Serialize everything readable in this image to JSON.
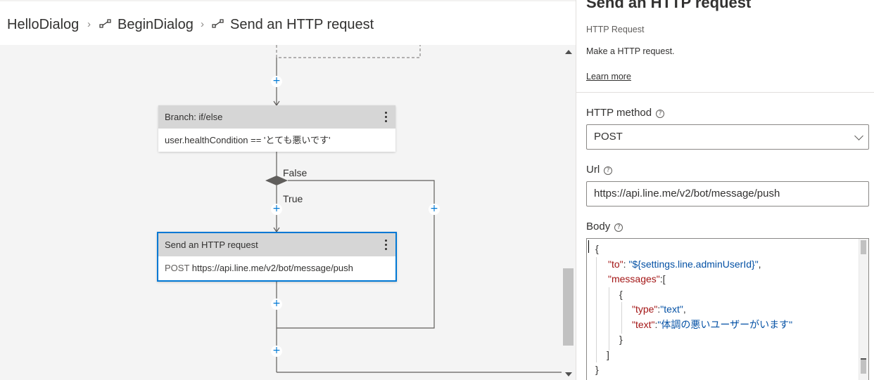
{
  "breadcrumb": {
    "items": [
      "HelloDialog",
      "BeginDialog",
      "Send an HTTP request"
    ],
    "separator": "›"
  },
  "canvas": {
    "branch_node": {
      "title": "Branch: if/else",
      "condition": "user.healthCondition == 'とても悪いです'"
    },
    "labels": {
      "false": "False",
      "true": "True"
    },
    "http_node": {
      "title": "Send an HTTP request",
      "verb": "POST",
      "url": "https://api.line.me/v2/bot/message/push"
    },
    "add_symbol": "+"
  },
  "panel": {
    "title": "Send an HTTP request",
    "subtitle": "HTTP Request",
    "description": "Make a HTTP request.",
    "learn_more": "Learn more",
    "method": {
      "label": "HTTP method",
      "value": "POST"
    },
    "url": {
      "label": "Url",
      "value": "https://api.line.me/v2/bot/message/push"
    },
    "body": {
      "label": "Body",
      "open_brace": "{",
      "to_key": "\"to\"",
      "to_value": "\"${settings.line.adminUserId}\"",
      "messages_key": "\"messages\"",
      "msg_open": "{",
      "type_key": "\"type\"",
      "type_value": "\"text\"",
      "text_key": "\"text\"",
      "text_value": "\"体調の悪いユーザーがいます\"",
      "msg_close": "}",
      "array_close": "]",
      "close_brace": "}"
    },
    "help_symbol": "?"
  },
  "colors": {
    "accent": "#0078d4",
    "json_key": "#a31515",
    "json_string": "#0451a5"
  }
}
